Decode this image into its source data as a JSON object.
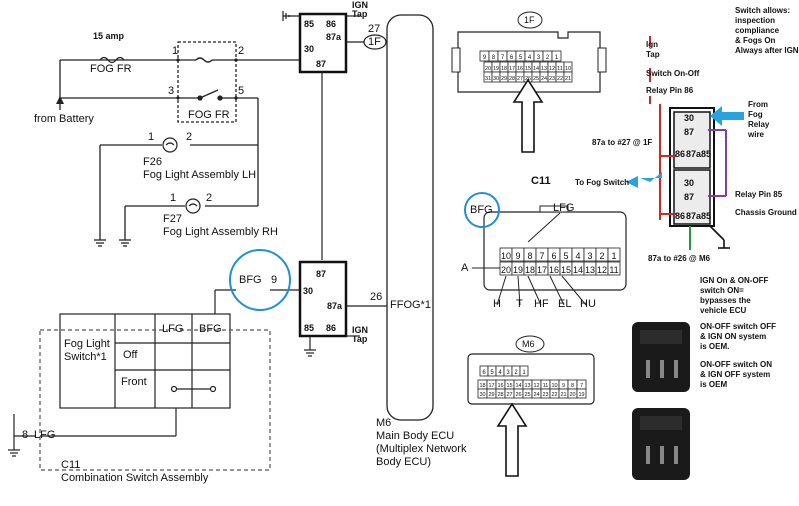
{
  "left": {
    "fuse_amp": "15 amp",
    "fuse_name": "FOG FR",
    "relay_name": "FOG FR",
    "from_battery": "from Battery",
    "pin_1": "1",
    "pin_2": "2",
    "pin_3": "3",
    "pin_5": "5",
    "f26_pin1": "1",
    "f26_pin2": "2",
    "f26_id": "F26",
    "f26_name": "Fog Light Assembly LH",
    "f27_pin1": "1",
    "f27_pin2": "2",
    "f27_id": "F27",
    "f27_name": "Fog Light Assembly RH"
  },
  "relay_top": {
    "tap_line1": "IGN",
    "tap_line2": "Tap",
    "p85": "85",
    "p86": "86",
    "p30": "30",
    "p87a": "87a",
    "p87": "87",
    "wire_num": "27",
    "connector": "1F"
  },
  "relay_bottom": {
    "p87": "87",
    "p30": "30",
    "p87a": "87a",
    "p85": "85",
    "p86": "86",
    "tap_line1": "IGN",
    "tap_line2": "Tap",
    "wire_num": "26",
    "signal": "FFOG*1"
  },
  "switch": {
    "bfg": "BFG",
    "bfg_pin": "9",
    "title_line1": "Fog Light",
    "title_line2": "Switch*1",
    "col_lfg": "LFG",
    "col_bfg": "BFG",
    "row_off": "Off",
    "row_front": "Front",
    "lfg_pin": "8",
    "lfg": "LFG",
    "assembly_id": "C11",
    "assembly_name": "Combination Switch Assembly"
  },
  "ecu": {
    "id": "M6",
    "line1": "Main Body ECU",
    "line2": "(Multiplex Network",
    "line3": "Body ECU)"
  },
  "conn_1f": {
    "label": "1F",
    "row1": [
      "9",
      "8",
      "7",
      "6",
      "5",
      "4",
      "3",
      "2",
      "1"
    ],
    "row2": [
      "20",
      "19",
      "18",
      "17",
      "16",
      "15",
      "14",
      "13",
      "12",
      "11",
      "10"
    ],
    "row3": [
      "31",
      "30",
      "29",
      "28",
      "27",
      "26",
      "25",
      "24",
      "23",
      "22",
      "21"
    ]
  },
  "conn_c11": {
    "label": "C11",
    "bfg": "BFG",
    "lfg": "LFG",
    "a": "A",
    "row1": [
      "10",
      "9",
      "8",
      "7",
      "6",
      "5",
      "4",
      "3",
      "2",
      "1"
    ],
    "row2": [
      "20",
      "19",
      "18",
      "17",
      "16",
      "15",
      "14",
      "13",
      "12",
      "11"
    ],
    "bottom": [
      "H",
      "T",
      "HF",
      "EL",
      "HU"
    ]
  },
  "conn_m6": {
    "label": "M6",
    "row1": [
      "6",
      "5",
      "4",
      "3",
      "2",
      "1"
    ],
    "row2": [
      "18",
      "17",
      "16",
      "15",
      "14",
      "13",
      "12",
      "11",
      "10",
      "9",
      "8",
      "7"
    ],
    "row3": [
      "30",
      "29",
      "28",
      "27",
      "26",
      "25",
      "24",
      "23",
      "22",
      "21",
      "20",
      "19"
    ]
  },
  "mod": {
    "ign_tap": "Ign\nTap",
    "switch_onoff": "Switch  On-Off",
    "relay_pin86": "Relay Pin 86",
    "from_fog": "From\nFog\nRelay\nwire",
    "r1_30": "30",
    "r1_87": "87",
    "r1_86": "86",
    "r1_87a": "87a",
    "r1_85": "85",
    "r2_30": "30",
    "r2_87": "87",
    "r2_86": "86",
    "r2_87a": "87a",
    "r2_85": "85",
    "to_27": "87a to #27 @ 1F",
    "to_fog_switch": "To Fog Switch",
    "relay_pin85": "Relay Pin 85",
    "chassis_ground": "Chassis Ground",
    "to_26": "87a to #26 @ M6",
    "switch_allows": "Switch allows:\ninspection\ncompliance\n& Fogs On\nAlways after IGN",
    "note1": "IGN On & ON-OFF\nswitch ON=\nbypasses the\nvehicle ECU",
    "note2": "ON-OFF switch OFF\n& IGN ON system\nis OEM.",
    "note3": "ON-OFF switch ON\n& IGN OFF system\nis OEM"
  },
  "colors": {
    "wire": "#222222",
    "highlight_circle": "#1f8fd6",
    "arrow_blue": "#29a3e0",
    "red_wire": "#e02020",
    "purple_wire": "#8b3aa0",
    "green_wire": "#1f9a3a",
    "relay_body": "#1a1a1a"
  }
}
